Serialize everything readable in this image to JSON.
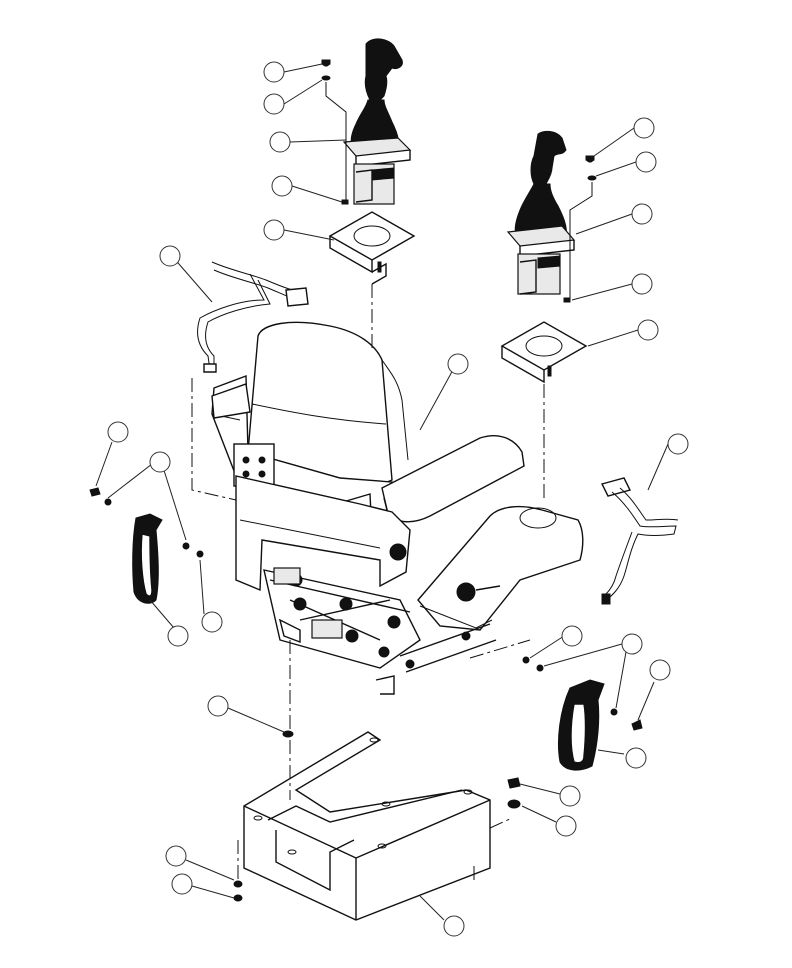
{
  "callouts": [
    {
      "id": "c01"
    },
    {
      "id": "c02"
    },
    {
      "id": "c03"
    },
    {
      "id": "c04"
    },
    {
      "id": "c05"
    },
    {
      "id": "c06"
    },
    {
      "id": "c07"
    },
    {
      "id": "c08"
    },
    {
      "id": "c09"
    },
    {
      "id": "c10"
    },
    {
      "id": "c11"
    },
    {
      "id": "c12"
    },
    {
      "id": "c13"
    },
    {
      "id": "c14"
    },
    {
      "id": "c15"
    },
    {
      "id": "c16"
    },
    {
      "id": "c17"
    },
    {
      "id": "c18"
    },
    {
      "id": "c19"
    },
    {
      "id": "c20"
    },
    {
      "id": "c21"
    },
    {
      "id": "c22"
    },
    {
      "id": "c23"
    },
    {
      "id": "c24"
    },
    {
      "id": "c25"
    },
    {
      "id": "c26"
    },
    {
      "id": "c27"
    },
    {
      "id": "c28"
    },
    {
      "id": "c29"
    }
  ]
}
